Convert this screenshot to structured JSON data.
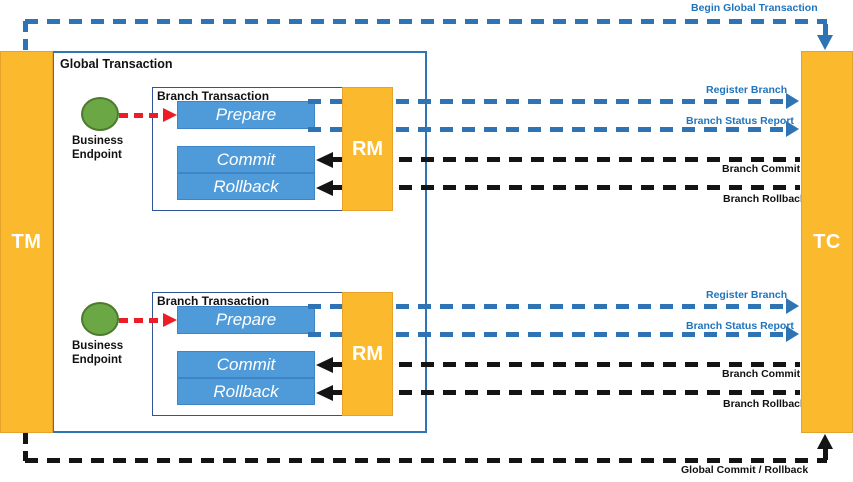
{
  "colors": {
    "orange": "#FBB92E",
    "step_blue": "#4F9BD9",
    "endpoint_green": "#6BA745",
    "flow_blue": "#2E74B5",
    "flow_black": "#141414",
    "invoke_red": "#EE1C25",
    "global_border": "#2E75B6",
    "branch_border": "#2F5597"
  },
  "nodes": {
    "tm": "TM",
    "tc": "TC"
  },
  "global": {
    "title": "Global Transaction"
  },
  "branches": [
    {
      "title": "Branch Transaction",
      "endpoint": "Business Endpoint",
      "rm": "RM",
      "steps": {
        "prepare": "Prepare",
        "commit": "Commit",
        "rollback": "Rollback"
      }
    },
    {
      "title": "Branch Transaction",
      "endpoint": "Business Endpoint",
      "rm": "RM",
      "steps": {
        "prepare": "Prepare",
        "commit": "Commit",
        "rollback": "Rollback"
      }
    }
  ],
  "flows": {
    "begin_global": "Begin Global Transaction",
    "register_branch": "Register Branch",
    "branch_status": "Branch Status Report",
    "branch_commit": "Branch Commit",
    "branch_rollback": "Branch Rollback",
    "global_commit_rollback": "Global Commit / Rollback"
  }
}
